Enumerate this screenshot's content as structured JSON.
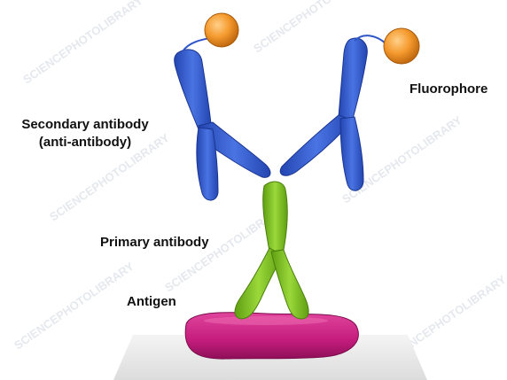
{
  "labels": {
    "fluorophore": "Fluorophore",
    "secondary_antibody_line1": "Secondary antibody",
    "secondary_antibody_line2": "(anti-antibody)",
    "primary_antibody": "Primary antibody",
    "antigen": "Antigen"
  },
  "watermark": "SCIENCEPHOTOLIBRARY",
  "colors": {
    "secondary_antibody": "#2f56c9",
    "primary_antibody": "#7fc21f",
    "antigen": "#c41c7c",
    "fluorophore": "#f59a2e",
    "platform": "#e9e9e9"
  }
}
